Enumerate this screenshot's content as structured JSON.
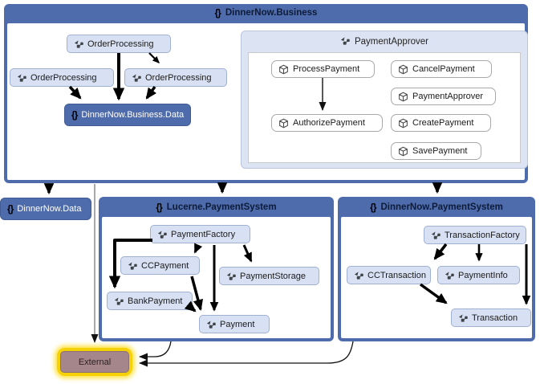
{
  "colors": {
    "container_blue": "#4e6cab",
    "node_light_blue": "#d8e1f3",
    "group_light_blue": "#dce4f3",
    "external_fill": "#a5868a",
    "external_highlight_yellow": "#f7d108",
    "arrow_color": "#000000",
    "cross_group_link_gray": "#6e6e6e"
  },
  "business": {
    "title": "DinnerNow.Business",
    "order_processing_1": "OrderProcessing",
    "order_processing_2": "OrderProcessing",
    "order_processing_3": "OrderProcessing",
    "business_data": "DinnerNow.Business.Data",
    "payment_approver_group": {
      "title": "PaymentApprover",
      "process_payment": "ProcessPayment",
      "cancel_payment": "CancelPayment",
      "payment_approver": "PaymentApprover",
      "authorize_payment": "AuthorizePayment",
      "create_payment": "CreatePayment",
      "save_payment": "SavePayment"
    }
  },
  "dinnernow_data": {
    "title": "DinnerNow.Data"
  },
  "lucerne_payment_system": {
    "title": "Lucerne.PaymentSystem",
    "payment_factory": "PaymentFactory",
    "cc_payment": "CCPayment",
    "payment_storage": "PaymentStorage",
    "bank_payment": "BankPayment",
    "payment": "Payment"
  },
  "dinnernow_payment_system": {
    "title": "DinnerNow.PaymentSystem",
    "transaction_factory": "TransactionFactory",
    "cc_transaction": "CCTransaction",
    "payment_info": "PaymentInfo",
    "transaction": "Transaction"
  },
  "external": {
    "label": "External"
  },
  "icons": {
    "namespace": "namespace-icon",
    "class": "class-icon",
    "member": "member-icon"
  }
}
